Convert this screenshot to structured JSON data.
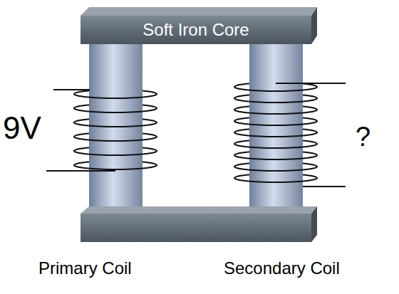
{
  "diagram": {
    "nodes": [
      {
        "text": [
          "Soft Iron Core"
        ]
      }
    ],
    "labels": [
      "9V",
      "?",
      "Primary Coil",
      "Secondary Coil"
    ]
  }
}
